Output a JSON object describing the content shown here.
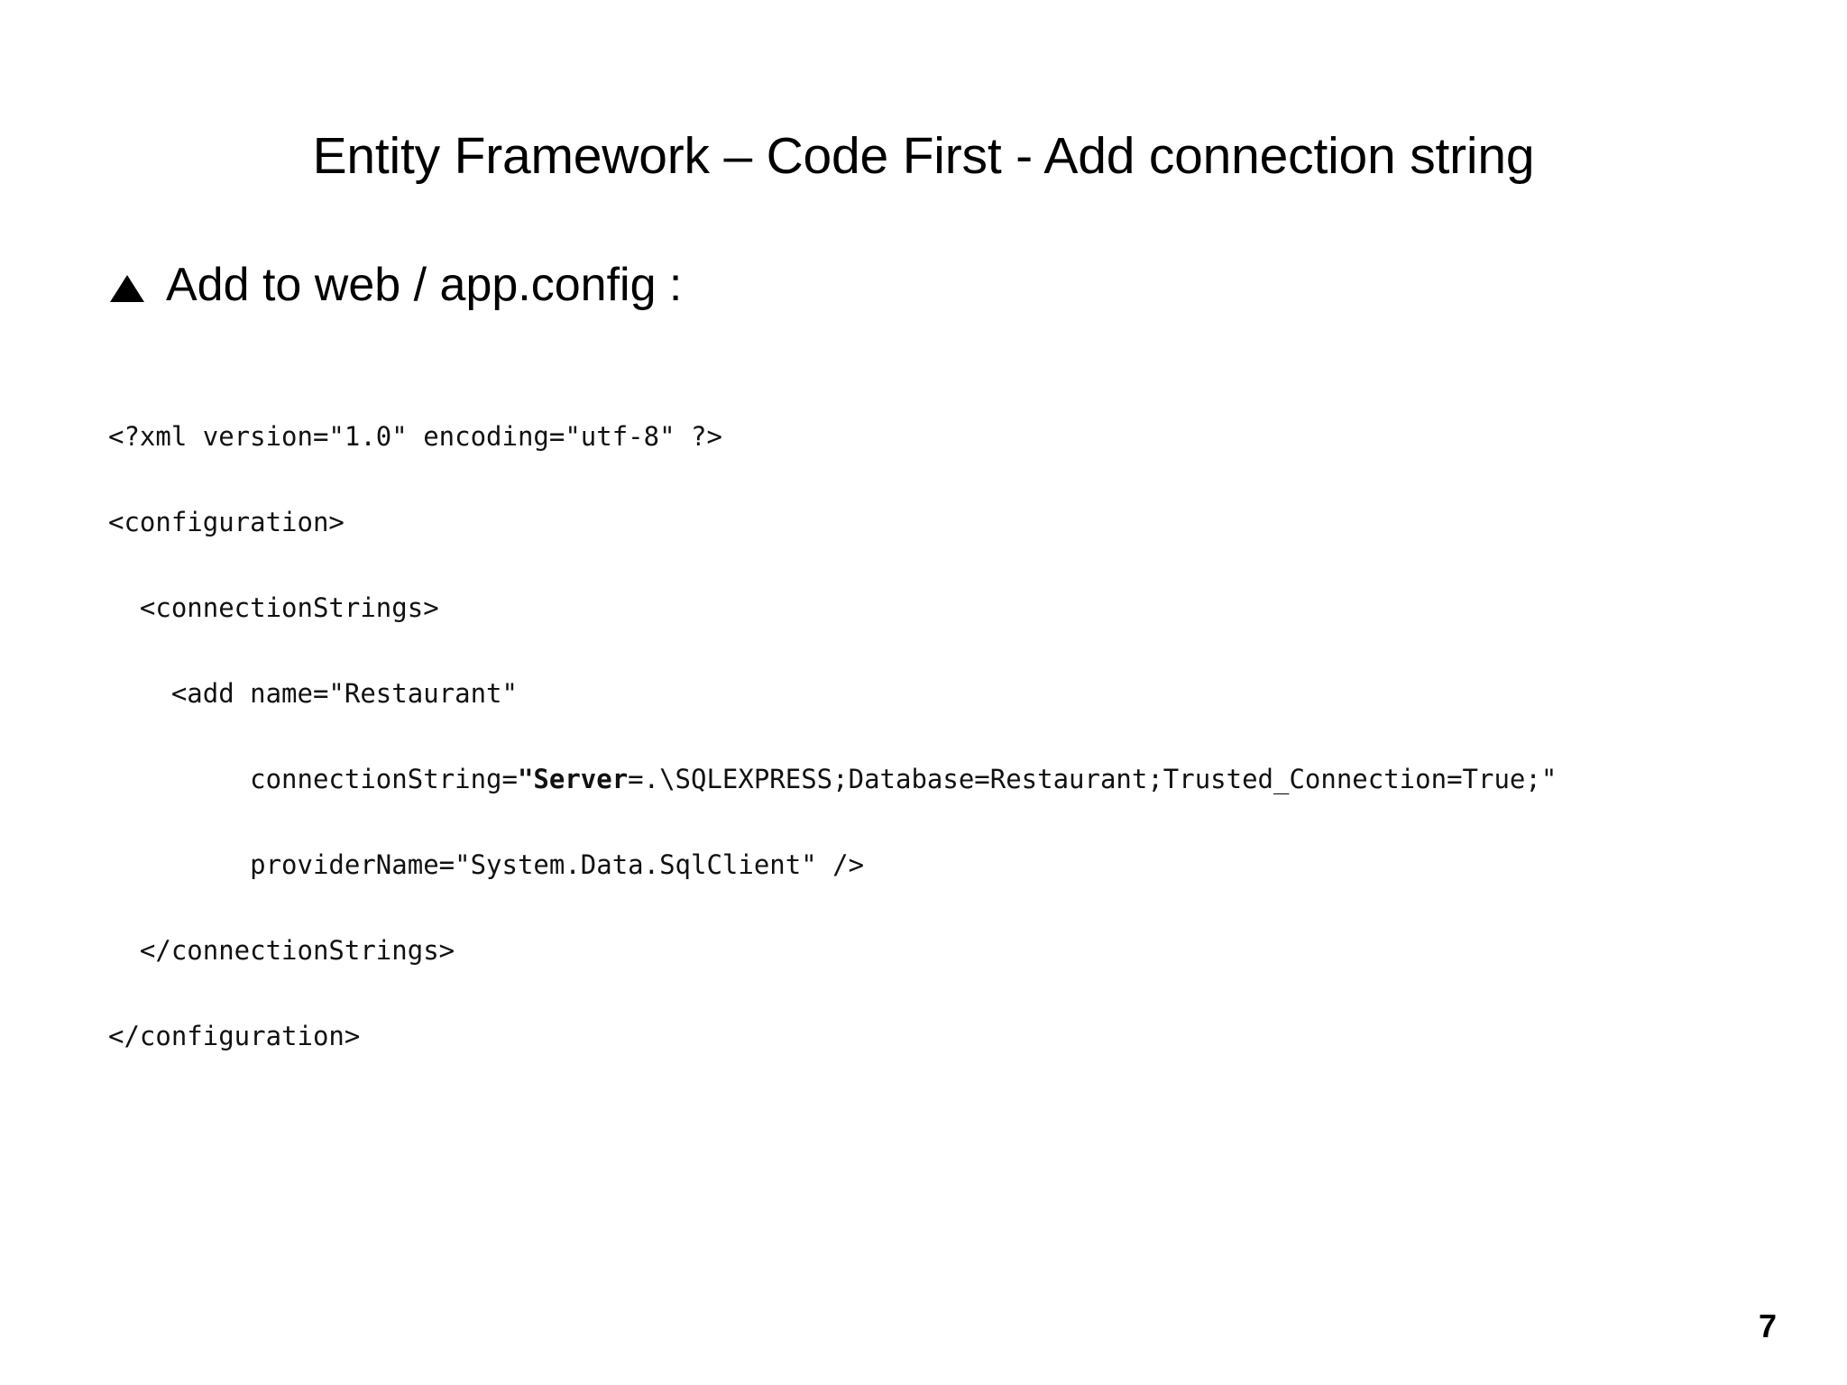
{
  "slide": {
    "background_color": "#ffffff",
    "text_color": "#000000",
    "title": "Entity Framework – Code First - Add connection string",
    "page_number": "7"
  },
  "bullet": {
    "marker_icon": "solid-triangle-bullet-icon",
    "text": "Add to web / app.config :"
  },
  "code": {
    "language": "xml",
    "lines": [
      {
        "indent": 0,
        "segments": [
          {
            "text": "<?xml version=\"1.0\" encoding=\"utf-8\" ?>",
            "bold": false
          }
        ]
      },
      {
        "indent": 0,
        "segments": [
          {
            "text": "<configuration>",
            "bold": false
          }
        ]
      },
      {
        "indent": 0,
        "segments": [
          {
            "text": "  <connectionStrings>",
            "bold": false
          }
        ]
      },
      {
        "indent": 0,
        "segments": [
          {
            "text": "    <add name=\"Restaurant\"",
            "bold": false
          }
        ]
      },
      {
        "indent": 0,
        "segments": [
          {
            "text": "         connectionString=",
            "bold": false
          },
          {
            "text": "\"Server",
            "bold": true
          },
          {
            "text": "=.\\SQLEXPRESS;Database=Restaurant;Trusted_Connection=True;\"",
            "bold": false
          }
        ]
      },
      {
        "indent": 0,
        "segments": [
          {
            "text": "         providerName=\"System.Data.SqlClient\" />",
            "bold": false
          }
        ]
      },
      {
        "indent": 0,
        "segments": [
          {
            "text": "  </connectionStrings>",
            "bold": false
          }
        ]
      },
      {
        "indent": 0,
        "segments": [
          {
            "text": "</configuration>",
            "bold": false
          }
        ]
      }
    ]
  }
}
